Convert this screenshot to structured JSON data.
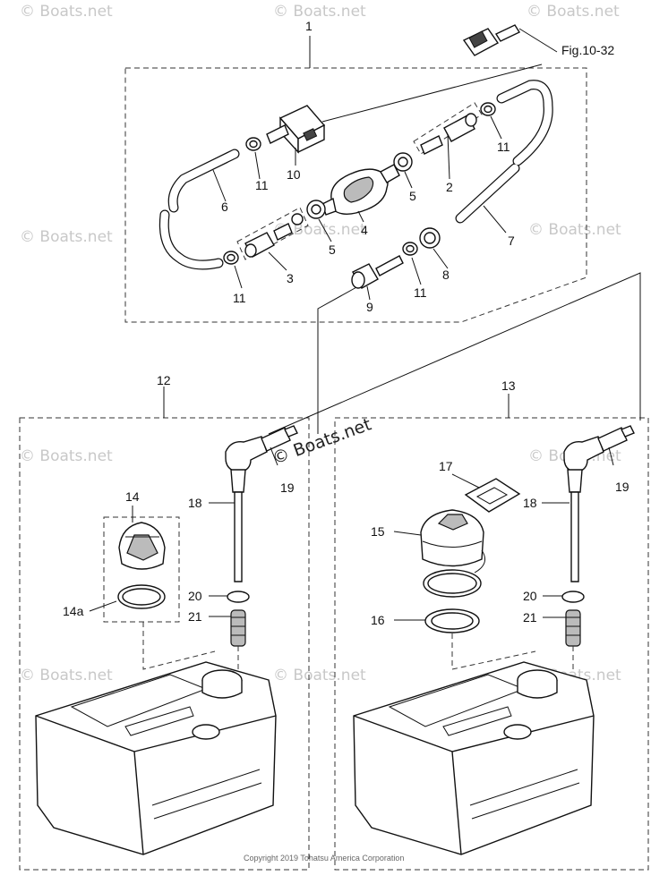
{
  "callouts": {
    "c1": "1",
    "c2": "2",
    "c3": "3",
    "c4": "4",
    "c5a": "5",
    "c5b": "5",
    "c6": "6",
    "c7": "7",
    "c8": "8",
    "c9": "9",
    "c10": "10",
    "c11a": "11",
    "c11b": "11",
    "c11c": "11",
    "c11d": "11",
    "c12": "12",
    "c13": "13",
    "c14": "14",
    "c14a": "14a",
    "c15": "15",
    "c16": "16",
    "c17": "17",
    "c18a": "18",
    "c18b": "18",
    "c19a": "19",
    "c19b": "19",
    "c20a": "20",
    "c20b": "20",
    "c21a": "21",
    "c21b": "21"
  },
  "reference": "Fig.10-32",
  "watermark": "© Boats.net",
  "copyright": "Copyright 2019 Tohatsu America Corporation"
}
